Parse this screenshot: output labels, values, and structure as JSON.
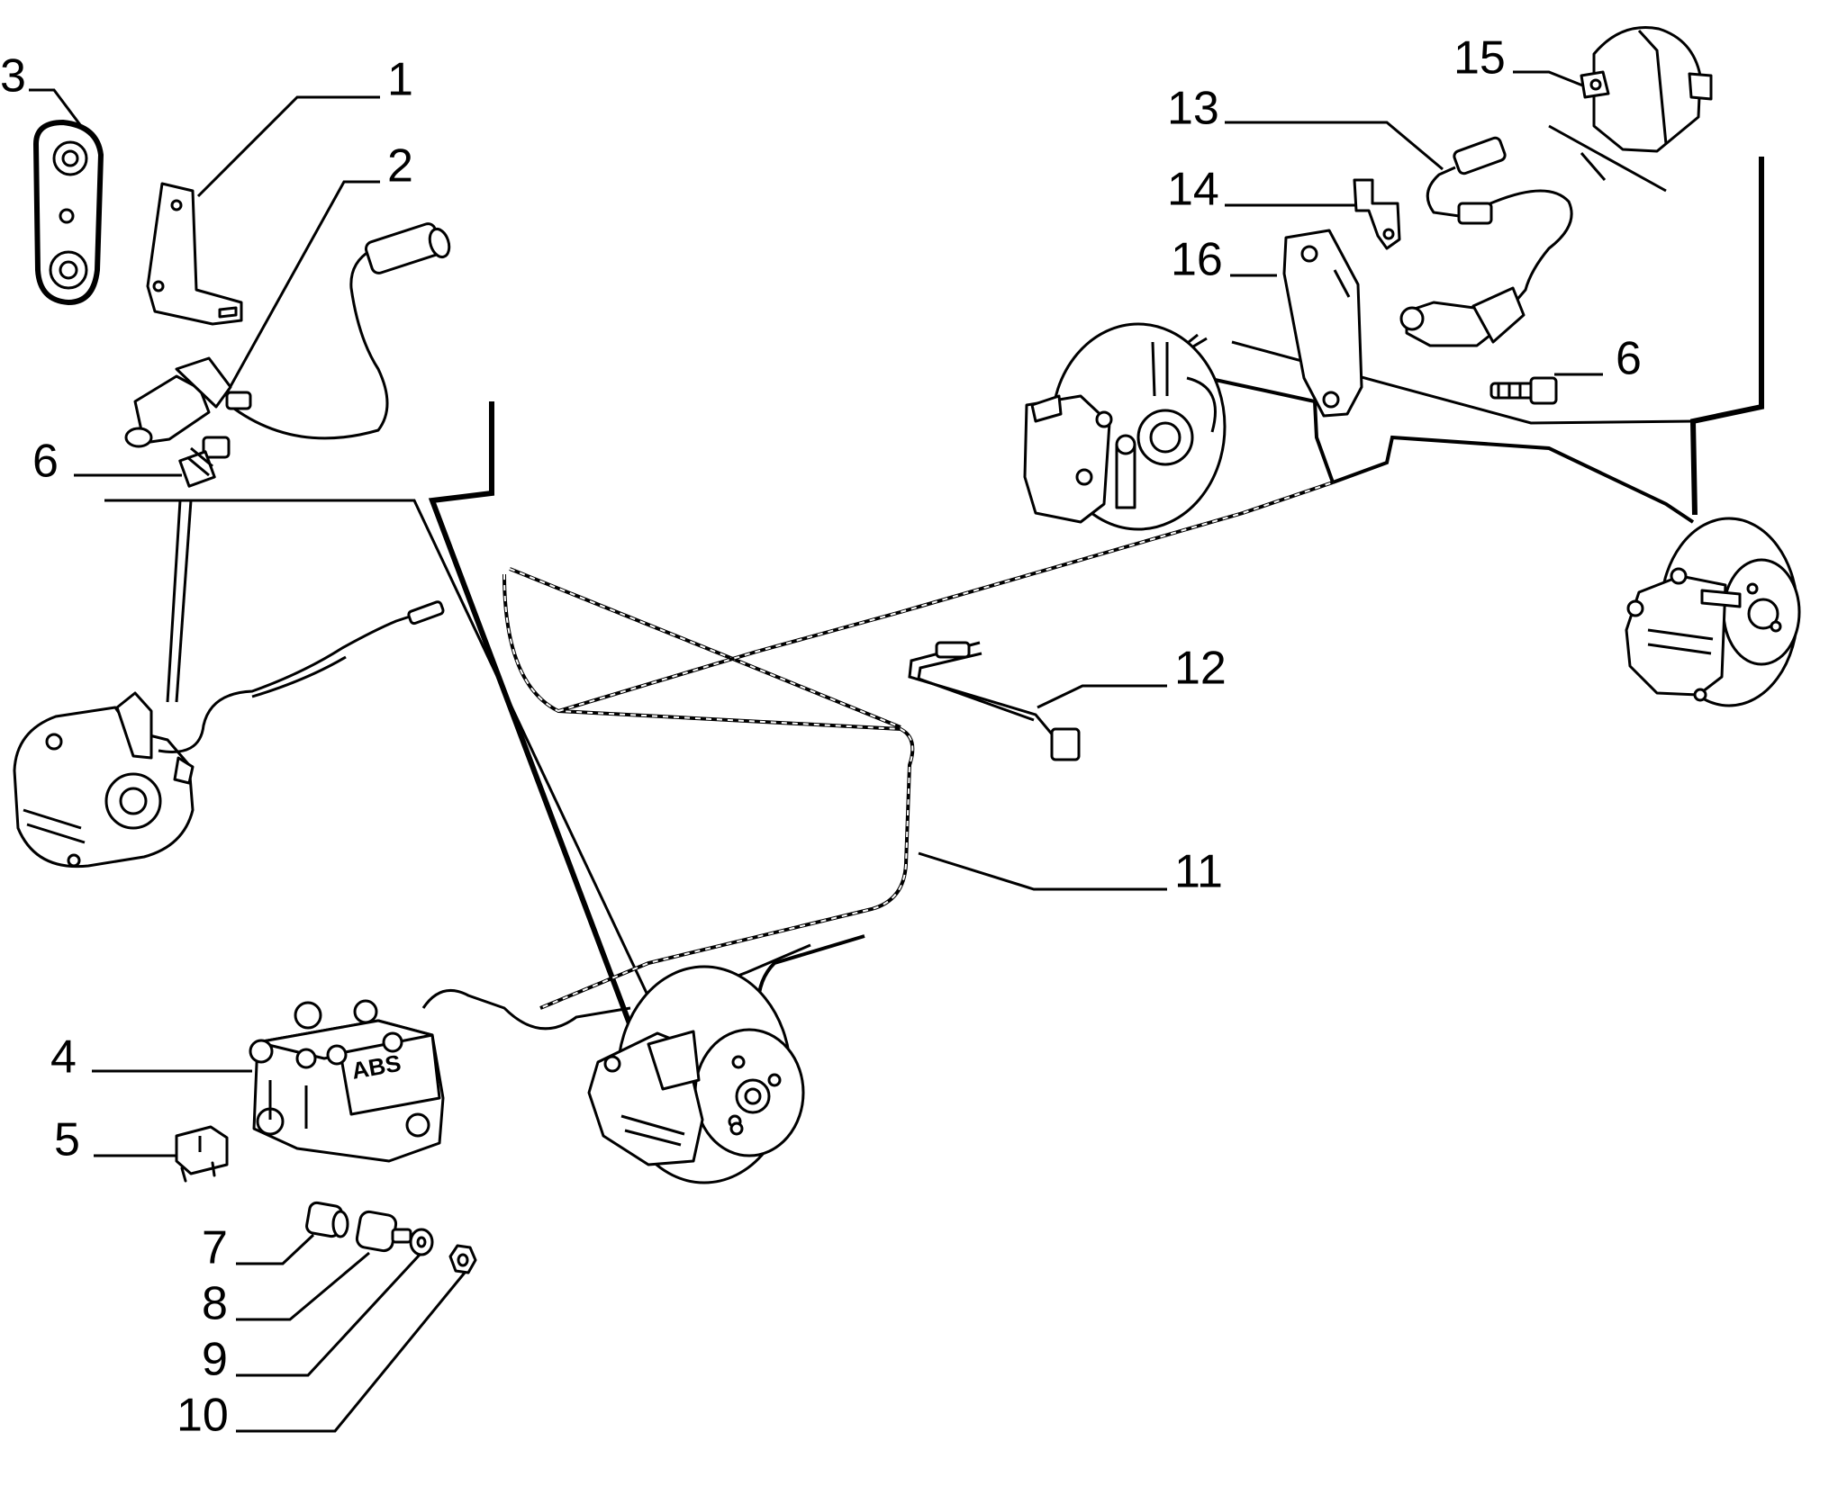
{
  "callouts": {
    "c1": "1",
    "c2": "2",
    "c3": "3",
    "c4": "4",
    "c5": "5",
    "c6a": "6",
    "c6b": "6",
    "c7": "7",
    "c8": "8",
    "c9": "9",
    "c10": "10",
    "c11": "11",
    "c12": "12",
    "c13": "13",
    "c14": "14",
    "c15": "15",
    "c16": "16"
  },
  "abs_unit_marking": "ABS",
  "line_color": "#000000",
  "background_color": "#ffffff"
}
